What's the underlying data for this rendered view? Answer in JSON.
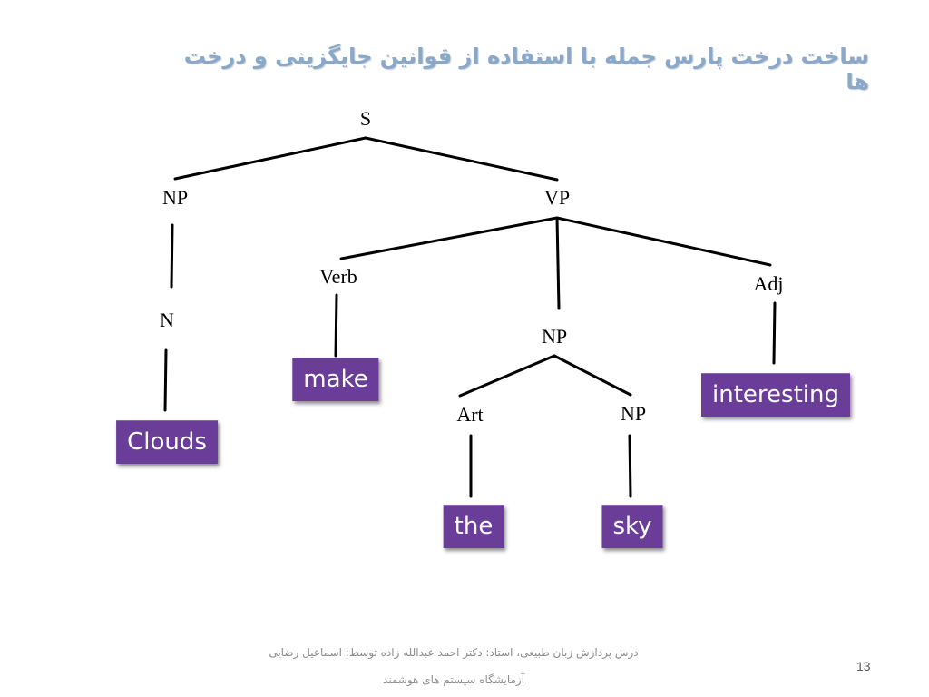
{
  "slide": {
    "title": "ساخت درخت پارس جمله با استفاده از قوانین جایگزینی و درخت ها",
    "footer_line1": "درس پردازش زبان طبیعی، استاد: دکتر احمد عبدالله زاده  توسط: اسماعیل رضایی",
    "footer_line2": "آزمایشگاه سیستم های هوشمند",
    "page_number": "13"
  },
  "tree": {
    "nodes": [
      {
        "id": "S",
        "label": "S"
      },
      {
        "id": "NP1",
        "label": "NP"
      },
      {
        "id": "VP",
        "label": "VP"
      },
      {
        "id": "N",
        "label": "N"
      },
      {
        "id": "Verb",
        "label": "Verb"
      },
      {
        "id": "NP2",
        "label": "NP"
      },
      {
        "id": "Adj",
        "label": "Adj"
      },
      {
        "id": "Art",
        "label": "Art"
      },
      {
        "id": "NP3",
        "label": "NP"
      }
    ],
    "leaves": [
      {
        "id": "clouds",
        "label": "Clouds"
      },
      {
        "id": "make",
        "label": "make"
      },
      {
        "id": "interesting",
        "label": "interesting"
      },
      {
        "id": "the",
        "label": "the"
      },
      {
        "id": "sky",
        "label": "sky"
      }
    ],
    "edges": [
      [
        "S",
        "NP1"
      ],
      [
        "S",
        "VP"
      ],
      [
        "NP1",
        "N"
      ],
      [
        "N",
        "clouds"
      ],
      [
        "VP",
        "Verb"
      ],
      [
        "VP",
        "NP2"
      ],
      [
        "VP",
        "Adj"
      ],
      [
        "Verb",
        "make"
      ],
      [
        "Adj",
        "interesting"
      ],
      [
        "NP2",
        "Art"
      ],
      [
        "NP2",
        "NP3"
      ],
      [
        "Art",
        "the"
      ],
      [
        "NP3",
        "sky"
      ]
    ],
    "line_color": "#000000",
    "leaf_color": "#6a3d98"
  }
}
